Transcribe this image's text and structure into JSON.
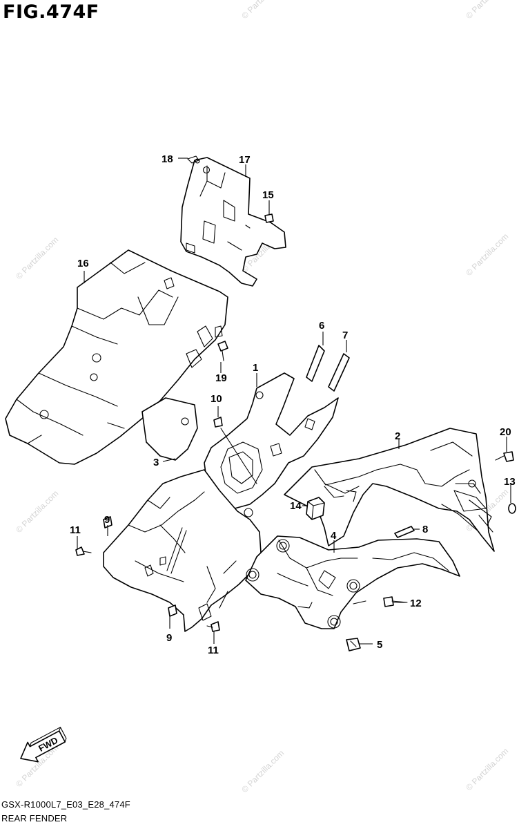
{
  "figure_title": "FIG.474F",
  "model_code": "GSX-R1000L7_E03_E28_474F",
  "section_name": "REAR FENDER",
  "watermark": "© Partzilla.com",
  "direction_label": "FWD",
  "callouts": [
    "1",
    "2",
    "3",
    "4",
    "5",
    "6",
    "7",
    "8",
    "9",
    "9",
    "10",
    "11",
    "11",
    "12",
    "13",
    "14",
    "15",
    "16",
    "17",
    "18",
    "19",
    "20"
  ]
}
